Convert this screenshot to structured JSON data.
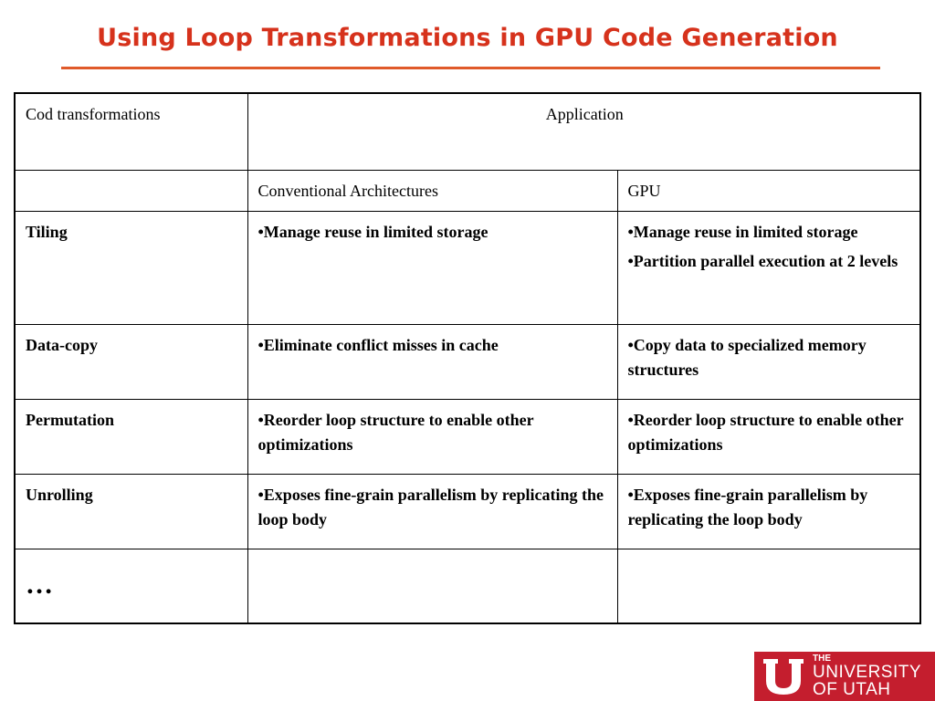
{
  "title": "Using Loop Transformations in GPU Code Generation",
  "table": {
    "header_col1": "Cod transformations",
    "header_application": "Application",
    "sub_conventional": "Conventional Architectures",
    "sub_gpu": "GPU",
    "rows": [
      {
        "name": "Tiling",
        "conventional": [
          "•Manage reuse in limited storage"
        ],
        "gpu": [
          "•Manage reuse in limited storage",
          "•Partition parallel execution at 2 levels"
        ]
      },
      {
        "name": "Data-copy",
        "conventional": [
          "•Eliminate conflict misses in cache"
        ],
        "gpu": [
          "•Copy data to specialized memory structures"
        ]
      },
      {
        "name": "Permutation",
        "conventional": [
          "•Reorder loop structure to enable other optimizations"
        ],
        "gpu": [
          "•Reorder loop structure to enable other optimizations"
        ]
      },
      {
        "name": "Unrolling",
        "conventional": [
          "•Exposes fine-grain parallelism by replicating the loop body"
        ],
        "gpu": [
          "•Exposes fine-grain parallelism by replicating the loop body"
        ]
      }
    ],
    "more": "…"
  },
  "logo": {
    "the": "THE",
    "university": "UNIVERSITY",
    "of_utah": "OF UTAH",
    "color": "#c41e2e"
  }
}
